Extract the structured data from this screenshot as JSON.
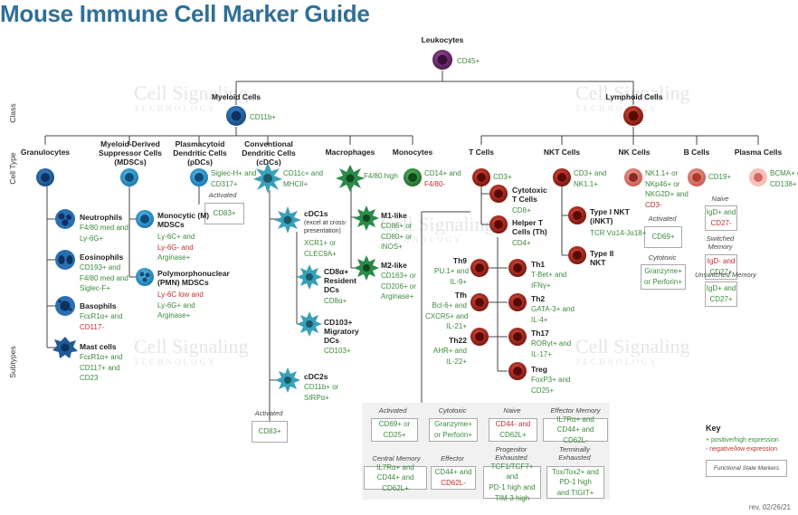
{
  "title": "Mouse Immune Cell Marker Guide",
  "watermark": {
    "line1": "Cell Signaling",
    "line2": "TECHNOLOGY"
  },
  "side_labels": {
    "class": "Class",
    "cell_type": "Cell Type",
    "subtypes": "Subtypes"
  },
  "root": {
    "name": "Leukocytes",
    "marker": "CD45+"
  },
  "classes": {
    "myeloid": {
      "name": "Myeloid Cells",
      "marker": "CD11b+"
    },
    "lymphoid": {
      "name": "Lymphoid Cells"
    }
  },
  "types": {
    "granulocytes": {
      "name": "Granulocytes"
    },
    "mdsc": {
      "name": "Myeloid-Derived Suppressor Cells (MDSCs)"
    },
    "pdc": {
      "name": "Plasmacytoid Dendritic Cells (pDCs)",
      "m1": "Siglec-H+ and",
      "m2": "CD317+",
      "activated_label": "Activated",
      "activated": "CD83+"
    },
    "cdc": {
      "name": "Conventional Dendritic Cells (cDCs)",
      "m1": "CD11c+ and",
      "m2": "MHCII+"
    },
    "macrophages": {
      "name": "Macrophages",
      "m1": "F4/80 high"
    },
    "monocytes": {
      "name": "Monocytes",
      "m1": "CD14+ and",
      "m2": "F4/80-"
    },
    "tcells": {
      "name": "T Cells",
      "m1": "CD3+"
    },
    "nkt": {
      "name": "NKT Cells",
      "m1": "CD3+ and",
      "m2": "NK1.1+"
    },
    "nk": {
      "name": "NK Cells",
      "m1": "NK1.1+ or",
      "m2": "NKp46+ or",
      "m3": "NKG2D+ and",
      "m4": "CD3-",
      "activated_label": "Activated",
      "activated": "CD69+",
      "cytotoxic_label": "Cytotoxic",
      "cytotoxic1": "Granzyme+",
      "cytotoxic2": "or Perforin+"
    },
    "bcells": {
      "name": "B Cells",
      "m1": "CD19+",
      "naive_label": "Naive",
      "naive1": "IgD+ and",
      "naive2": "CD27-",
      "switched_label": "Switched Memory",
      "switched1": "IgD- and",
      "switched2": "CD27+",
      "unswitched_label": "Unswitched Memory",
      "unswitched1": "IgD+ and",
      "unswitched2": "CD27+"
    },
    "plasma": {
      "name": "Plasma Cells",
      "m1": "BCMA+ or",
      "m2": "CD138+"
    }
  },
  "subtypes": {
    "neutrophils": {
      "name": "Neutrophils",
      "m1": "F4/80 med and",
      "m2": "Ly-6G+"
    },
    "eosinophils": {
      "name": "Eosinophils",
      "m1": "CD193+ and",
      "m2": "F4/80 med and",
      "m3": "Siglec-F+"
    },
    "basophils": {
      "name": "Basophils",
      "m1": "FcεR1α+ and",
      "m2": "CD117-"
    },
    "mast": {
      "name": "Mast cells",
      "m1": "FcεR1α+ and",
      "m2": "CD117+ and",
      "m3": "CD23"
    },
    "mmdsc": {
      "name": "Monocytic (M) MDSCs",
      "m1": "Ly-6C+ and",
      "m2": "Ly-6G- and",
      "m3": "Arginase+"
    },
    "pmnmdsc": {
      "name": "Polymorphonuclear (PMN) MDSCs",
      "m1": "Ly-6C low and",
      "m2": "Ly-6G+ and",
      "m3": "Arginase+"
    },
    "cdc1": {
      "name": "cDC1s",
      "note1": "(excel at cross-",
      "note2": "presentation)",
      "m1": "XCR1+ or",
      "m2": "CLEC9A+"
    },
    "cd8a": {
      "name": "CD8α+ Resident DCs",
      "m1": "CD8α+"
    },
    "cd103": {
      "name": "CD103+ Migratory DCs",
      "m1": "CD103+"
    },
    "cdc2": {
      "name": "cDC2s",
      "m1": "CD11b+ or",
      "m2": "SIRPα+"
    },
    "cdc_activated_label": "Activated",
    "cdc_activated": "CD83+",
    "m1like": {
      "name": "M1-like",
      "m1": "CD86+ or",
      "m2": "CD80+ or",
      "m3": "iNOS+"
    },
    "m2like": {
      "name": "M2-like",
      "m1": "CD163+ or",
      "m2": "CD206+ or",
      "m3": "Arginase+"
    },
    "cytotoxic_t": {
      "name": "Cytotoxic T Cells",
      "m1": "CD8+"
    },
    "helper_t": {
      "name": "Helper T Cells (Th)",
      "m1": "CD4+"
    },
    "th9": {
      "name": "Th9",
      "m1": "PU.1+ and",
      "m2": "IL-9+"
    },
    "tfh": {
      "name": "Tfh",
      "m1": "Bcl-6+ and",
      "m2": "CXCR5+ and",
      "m3": "IL-21+"
    },
    "th22": {
      "name": "Th22",
      "m1": "AHR+ and",
      "m2": "IL-22+"
    },
    "th1": {
      "name": "Th1",
      "m1": "T-Bet+ and",
      "m2": "IFNγ+"
    },
    "th2": {
      "name": "Th2",
      "m1": "GATA-3+ and",
      "m2": "IL-4+"
    },
    "th17": {
      "name": "Th17",
      "m1": "RORγt+ and",
      "m2": "IL-17+"
    },
    "treg": {
      "name": "Treg",
      "m1": "FoxP3+ and",
      "m2": "CD25+"
    },
    "inkt": {
      "name": "Type I NKT (iNKT)",
      "m1": "TCR Vα14-Jα18+"
    },
    "type2nkt": {
      "name": "Type II NKT"
    }
  },
  "functional_states": [
    {
      "label": "Activated",
      "lines": [
        "CD69+ or",
        "CD25+"
      ]
    },
    {
      "label": "Cytotoxic",
      "lines": [
        "Granzyme+",
        "or Perforin+"
      ]
    },
    {
      "label": "Naive",
      "lines": [
        "CD44- and",
        "CD62L+"
      ]
    },
    {
      "label": "Effector Memory",
      "lines": [
        "IL7Rα+ and",
        "CD44+ and CD62L-"
      ]
    },
    {
      "label": "Central Memory",
      "lines": [
        "IL7Rα+ and",
        "CD44+ and CD62L+"
      ]
    },
    {
      "label": "Effector",
      "lines": [
        "CD44+ and",
        "CD62L-"
      ]
    },
    {
      "label": "Progenitor Exhausted",
      "lines": [
        "TCF1/TCF7+ and",
        "PD-1 high and",
        "TIM-3 high"
      ]
    },
    {
      "label": "Terminally Exhausted",
      "lines": [
        "Tox/Tox2+ and",
        "PD-1 high",
        "and TIGIT+"
      ]
    }
  ],
  "key": {
    "title": "Key",
    "positive": "+ positive/high expression",
    "negative": "- negative/low expression",
    "functional": "Functional State Markers"
  },
  "revision": "rev. 02/26/21",
  "colors": {
    "title": "#2f6f98",
    "green": "#3d8a3d",
    "red": "#c22f2f",
    "blue": "#2a78c2",
    "purple": "#7a2a7a",
    "darkblue": "#1f4e85",
    "teal": "#3aa0b8",
    "lymph_red": "#b22a22"
  }
}
